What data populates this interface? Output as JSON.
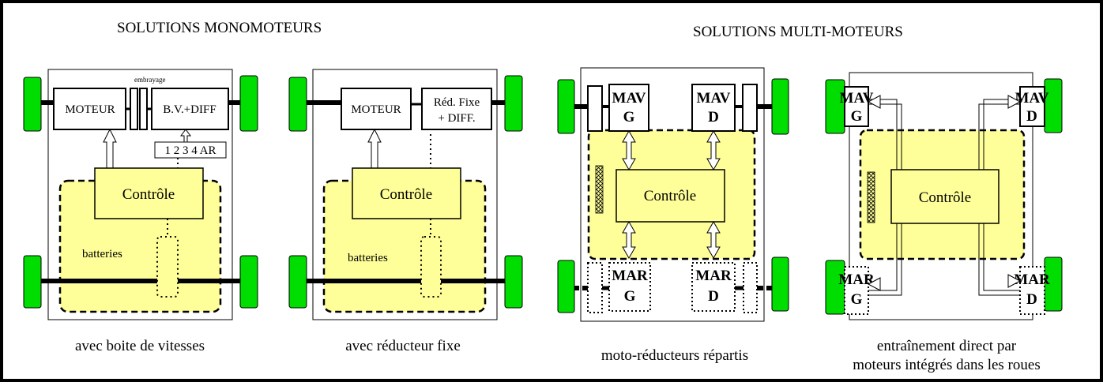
{
  "headings": {
    "mono": "SOLUTIONS MONOMOTEURS",
    "multi": "SOLUTIONS MULTI-MOTEURS"
  },
  "panel1": {
    "clutch": "embrayage",
    "motor": "MOTEUR",
    "gearbox": "B.V.+DIFF",
    "gears": "1 2 3 4 AR",
    "control": "Contrôle",
    "batteries": "batteries",
    "caption": "avec boite de vitesses"
  },
  "panel2": {
    "motor": "MOTEUR",
    "reducer_line1": "Réd. Fixe",
    "reducer_line2": "+ DIFF.",
    "control": "Contrôle",
    "batteries": "batteries",
    "caption": "avec réducteur fixe"
  },
  "panel3": {
    "fl_line1": "MAV",
    "fl_line2": "G",
    "fr_line1": "MAV",
    "fr_line2": "D",
    "rl_line1": "MAR",
    "rl_line2": "G",
    "rr_line1": "MAR",
    "rr_line2": "D",
    "control": "Contrôle",
    "caption": "moto-réducteurs répartis"
  },
  "panel4": {
    "fl_line1": "MAV",
    "fl_line2": "G",
    "fr_line1": "MAV",
    "fr_line2": "D",
    "rl_line1": "MAR",
    "rl_line2": "G",
    "rr_line1": "MAR",
    "rr_line2": "D",
    "control": "Contrôle",
    "caption_line1": "entraînement direct par",
    "caption_line2": "moteurs intégrés dans les roues"
  },
  "colors": {
    "wheel": "#00dd00",
    "battery_zone": "#ffff99",
    "outline": "#000000"
  }
}
